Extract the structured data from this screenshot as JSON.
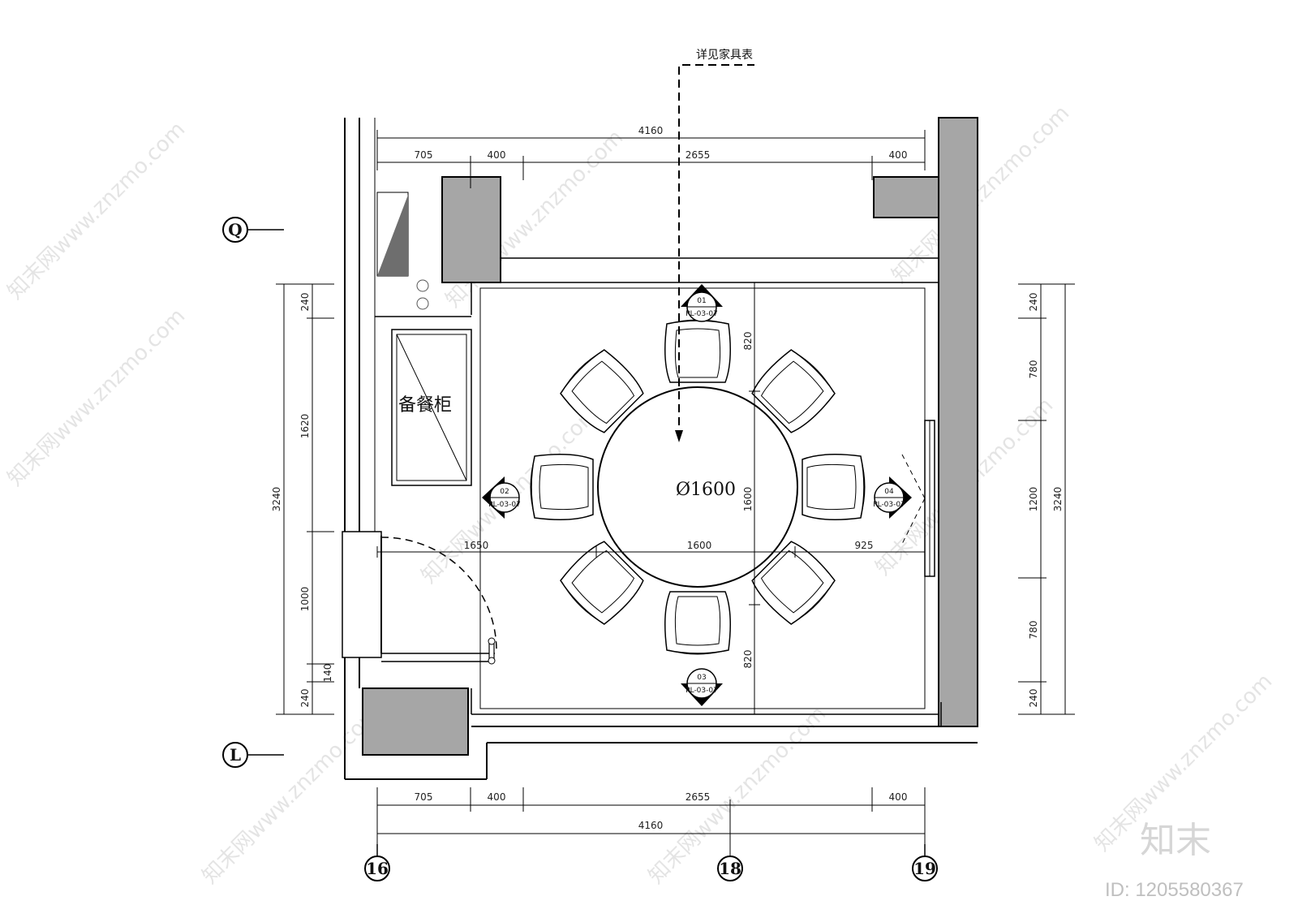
{
  "callout": {
    "text": "详见家具表"
  },
  "room": {
    "sideboard_label": "备餐柜",
    "table_label": "Ø1600"
  },
  "axes": {
    "grid_rows": [
      "Q",
      "L"
    ],
    "grid_cols": [
      "16",
      "18",
      "19"
    ]
  },
  "dimensions": {
    "top_total": "4160",
    "top_segments": [
      "705",
      "400",
      "2655",
      "400"
    ],
    "bottom_total": "4160",
    "bottom_segments": [
      "705",
      "400",
      "2655",
      "400"
    ],
    "left_total": "3240",
    "left_segments": [
      "240",
      "1620",
      "1000",
      "140",
      "240"
    ],
    "right_total": "3240",
    "right_segments": [
      "240",
      "780",
      "1200",
      "780",
      "240"
    ],
    "mid_horizontal": [
      "1650",
      "1600",
      "925"
    ],
    "mid_vertical": [
      "820",
      "1600",
      "820"
    ]
  },
  "elevation_tags": [
    {
      "number": "01",
      "sheet": "PL-03-07"
    },
    {
      "number": "02",
      "sheet": "PL-03-07"
    },
    {
      "number": "03",
      "sheet": "PL-03-07"
    },
    {
      "number": "04",
      "sheet": "PL-03-07"
    }
  ],
  "watermark": {
    "site": "知末网www.znzmo.com",
    "brand": "知末",
    "id": "ID: 1205580367"
  },
  "colors": {
    "wall_fill": "#a6a6a6",
    "line": "#000000",
    "watermark": "#cfcfcf"
  }
}
